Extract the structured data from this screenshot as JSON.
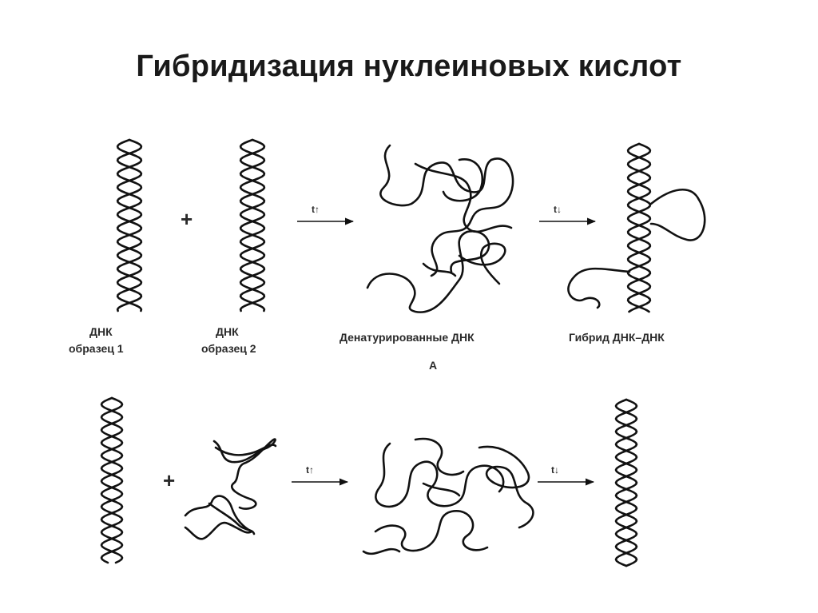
{
  "title": "Гибридизация нуклеиновых кислот",
  "panel_a": {
    "sample1_line1": "ДНК",
    "sample1_line2": "образец 1",
    "sample2_line1": "ДНК",
    "sample2_line2": "образец 2",
    "plus": "+",
    "heat_label": "t↑",
    "cool_label": "t↓",
    "denatured_label": "Денатурированные ДНК",
    "hybrid_label": "Гибрид  ДНК–ДНК",
    "panel_letter": "А"
  },
  "panel_b": {
    "plus": "+",
    "heat_label": "t↑",
    "cool_label": "t↓"
  },
  "colors": {
    "ink": "#111111",
    "background": "#ffffff"
  }
}
